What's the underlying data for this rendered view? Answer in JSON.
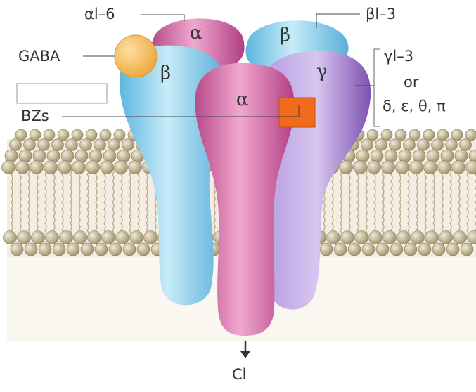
{
  "labels": {
    "alpha_range": "αl–6",
    "beta_range": "βl–3",
    "gaba": "GABA",
    "gamma_range": "γl–3",
    "or": "or",
    "alt_subunits": "δ, ε, θ, π",
    "bzs": "BZs",
    "chloride": "Cl⁻"
  },
  "subunits": {
    "alpha_back": "α",
    "beta_back": "β",
    "beta_front": "β",
    "gamma_front": "γ",
    "alpha_front": "α"
  },
  "colors": {
    "alpha": "#d4589f",
    "beta": "#7dc9e9",
    "gamma": "#9a72c6",
    "gaba": "#f4c05a",
    "bz_site": "#f26a1b",
    "lipid_head": "#b8a882",
    "membrane_bg": "#f3ede3"
  }
}
